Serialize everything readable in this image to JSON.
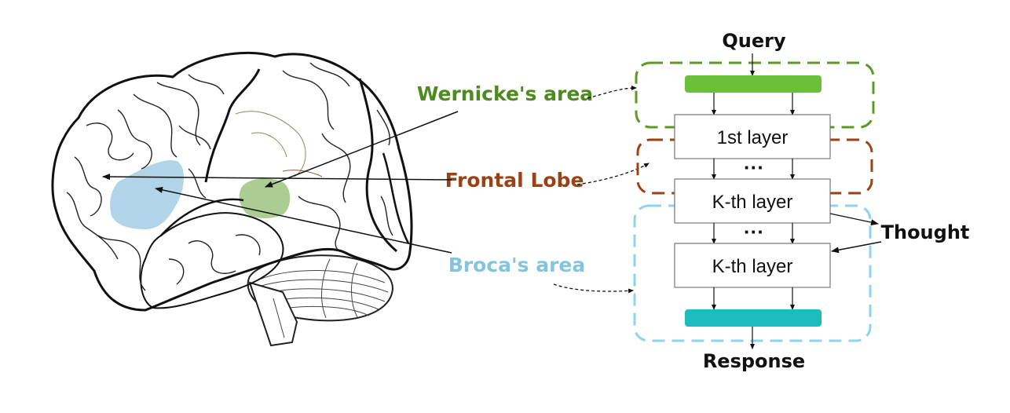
{
  "labels": {
    "wernicke": "Wernicke's area",
    "frontal": "Frontal Lobe",
    "broca": "Broca's area",
    "query": "Query",
    "response": "Response",
    "thought": "Thought"
  },
  "layers": {
    "first": "1st layer",
    "ellipsis_top": "···",
    "kth_a": "K-th layer",
    "ellipsis_bottom": "···",
    "kth_b": "K-th layer"
  },
  "colors": {
    "wernicke": "#4e8a1f",
    "frontal": "#9a4216",
    "broca": "#84c5dd",
    "query_bar": "#6abf3b",
    "response_bar": "#1dbcbc",
    "green_dash": "#5a9a25",
    "brown_dash": "#9a4216",
    "blue_dash": "#8fd3ee",
    "broca_fill": "#a9cfe6",
    "wernicke_fill": "#a7c98c"
  },
  "icons": [
    "brain-illustration"
  ]
}
